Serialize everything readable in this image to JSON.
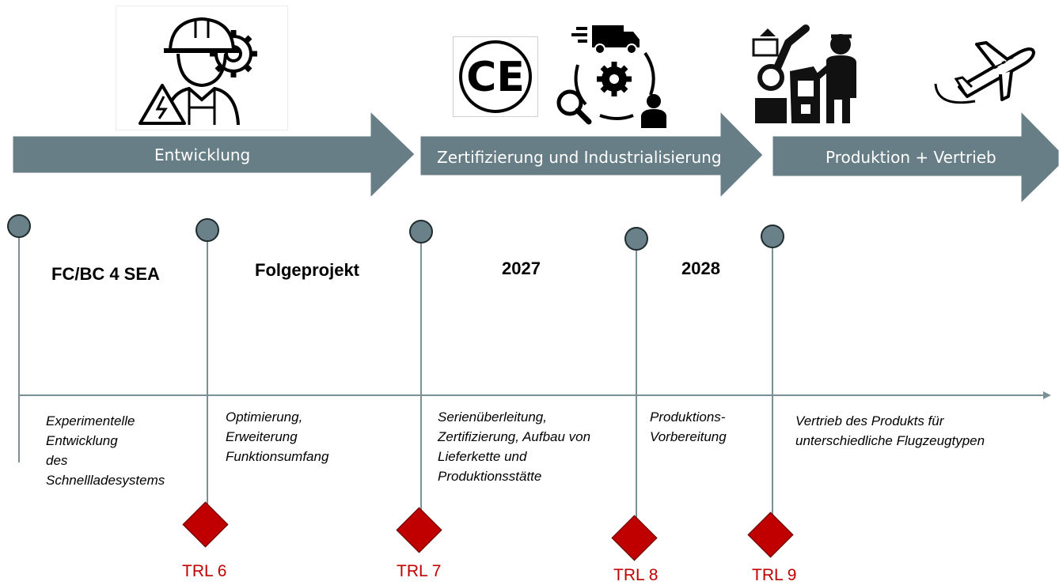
{
  "phases": [
    {
      "label": "Entwicklung"
    },
    {
      "label": "Zertifizierung und Industrialisierung"
    },
    {
      "label": "Produktion + Vertrieb"
    }
  ],
  "stages": [
    {
      "title": "FC/BC 4 SEA",
      "description": "Experimentelle\nEntwicklung\ndes\nSchnellladesystems"
    },
    {
      "title": "Folgeprojekt",
      "description": "Optimierung,\nErweiterung\nFunktionsumfang"
    },
    {
      "title": "2027",
      "description": "Serienüberleitung,\nZertifizierung, Aufbau von\nLieferkette und\nProduktionsstätte"
    },
    {
      "title": "2028",
      "description": "Produktions-\nVorbereitung"
    },
    {
      "title": "",
      "description": "Vertrieb des Produkts für\nunterschiedliche Flugzeugtypen"
    }
  ],
  "milestones": [
    "TRL 6",
    "TRL 7",
    "TRL 8",
    "TRL 9"
  ],
  "icons": [
    "engineer-icon",
    "ce-mark-icon",
    "supply-chain-icon",
    "factory-worker-icon",
    "airplane-icon"
  ],
  "ce_mark": "CE",
  "colors": {
    "arrow": "#677e86",
    "node": "#6a8189",
    "line": "#7b9096",
    "milestone": "#c00000"
  }
}
